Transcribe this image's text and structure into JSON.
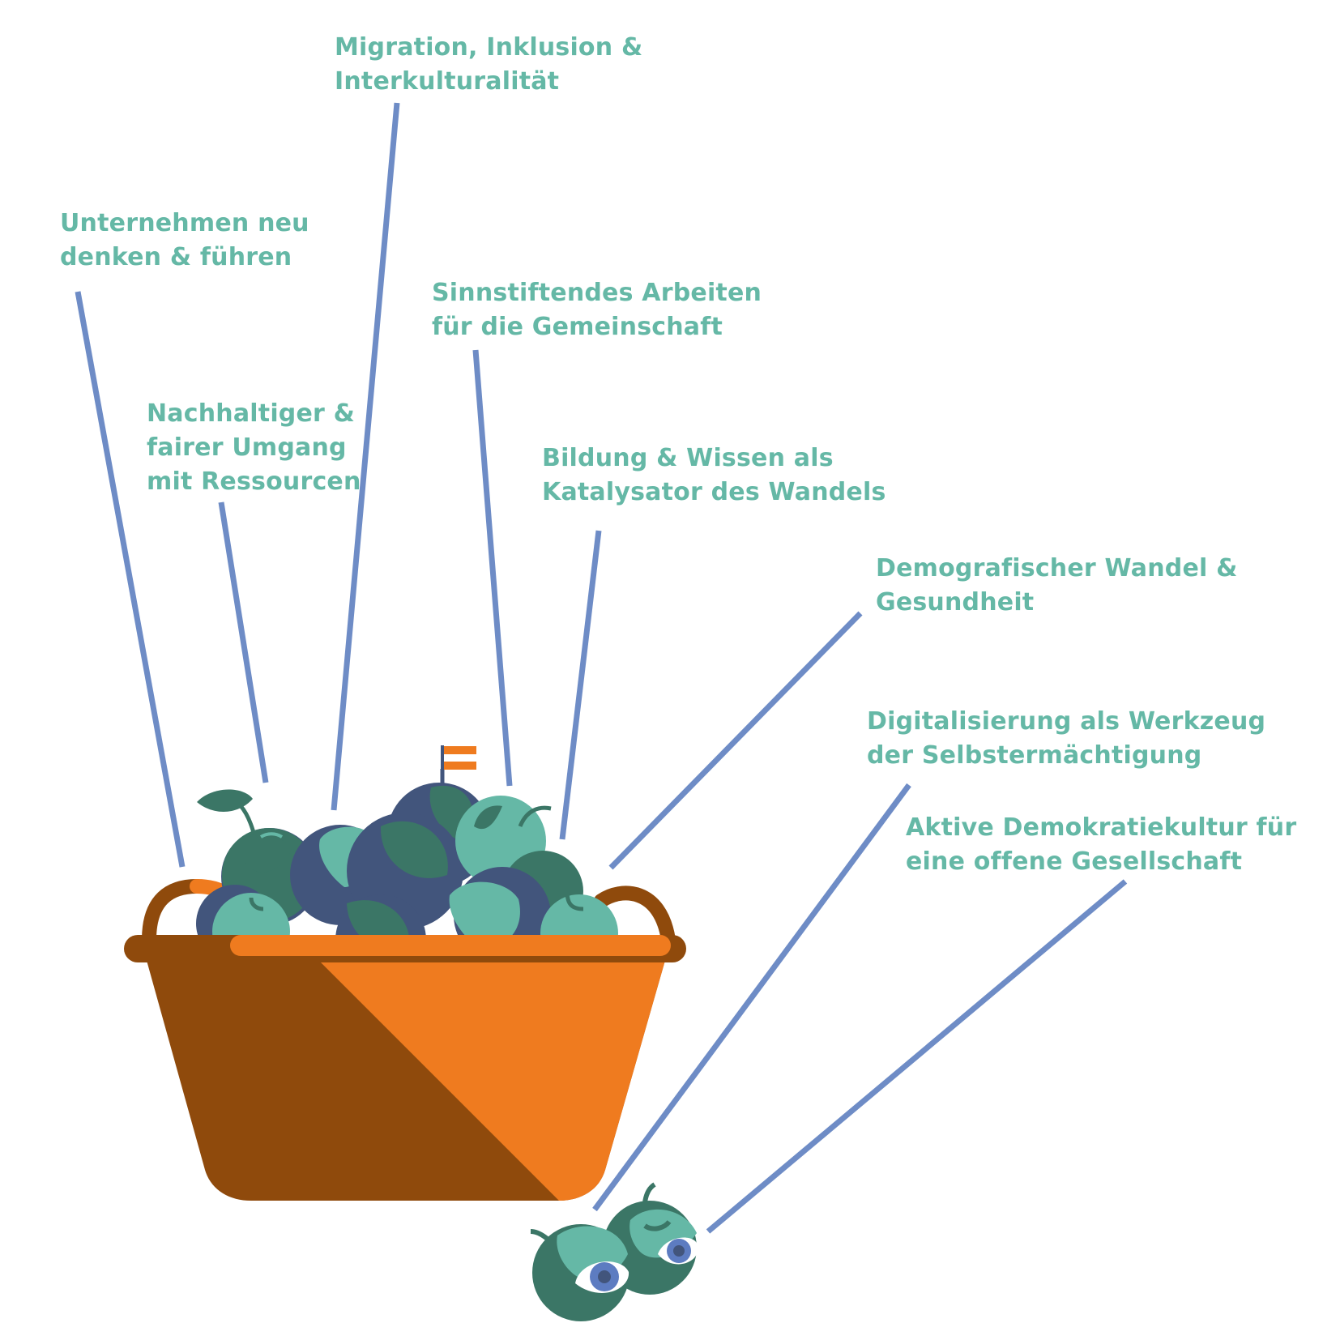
{
  "colors": {
    "label_text": "#65b8a6",
    "connector_line": "#6e8cc6",
    "basket_dark": "#8f4a0c",
    "basket_orange": "#ef7b1f",
    "plum_blue": "#42557c",
    "apple_dark_green": "#3b7666",
    "apple_light_green": "#65b8a6",
    "eye_iris": "#5d7cc1"
  },
  "topics": [
    {
      "lines": [
        "Migration, Inklusion &",
        "Interkulturalität"
      ]
    },
    {
      "lines": [
        "Unternehmen neu",
        "denken & führen"
      ]
    },
    {
      "lines": [
        "Sinnstiftendes Arbeiten",
        "für die Gemeinschaft"
      ]
    },
    {
      "lines": [
        "Nachhaltiger &",
        "fairer Umgang",
        "mit Ressourcen"
      ]
    },
    {
      "lines": [
        "Bildung & Wissen als",
        "Katalysator des Wandels"
      ]
    },
    {
      "lines": [
        "Demografischer Wandel &",
        "Gesundheit"
      ]
    },
    {
      "lines": [
        "Digitalisierung als Werkzeug",
        "der Selbstermächtigung"
      ]
    },
    {
      "lines": [
        "Aktive Demokratiekultur für",
        "eine offene Gesellschaft"
      ]
    }
  ],
  "illustration": {
    "basket_icon": "fruit-basket-icon",
    "flag_icon": "austrian-flag-icon",
    "apple_icon": "apple-with-eye-icon"
  }
}
